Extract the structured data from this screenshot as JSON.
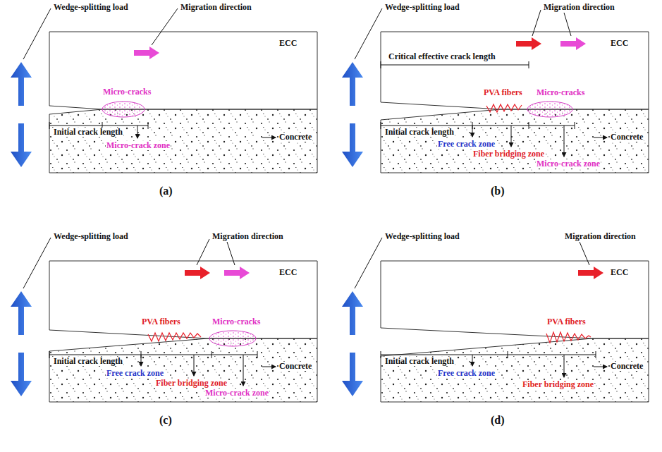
{
  "diagram": {
    "labels": [
      "Wedge-splitting load",
      "Migration direction",
      "ECC",
      "Micro-cracks",
      "Initial crack length",
      "Micro-crack zone",
      "Concrete",
      "(a)",
      "Wedge-splitting load",
      "Migration direction",
      "ECC",
      "Critical effective crack length",
      "PVA fibers",
      "Micro-cracks",
      "Initial crack length",
      "Free crack zone",
      "Fiber bridging zone",
      "Micro-crack zone",
      "Concrete",
      "(b)",
      "Wedge-splitting load",
      "Migration direction",
      "ECC",
      "PVA fibers",
      "Micro-cracks",
      "Initial crack length",
      "Free crack zone",
      "Fiber bridging zone",
      "Concrete",
      "Micro-crack zone",
      "(c)",
      "Wedge-splitting load",
      "Migration direction",
      "ECC",
      "PVA fibers",
      "Initial crack length",
      "Free crack zone",
      "Fiber bridging zone",
      "Concrete",
      "(d)"
    ]
  }
}
